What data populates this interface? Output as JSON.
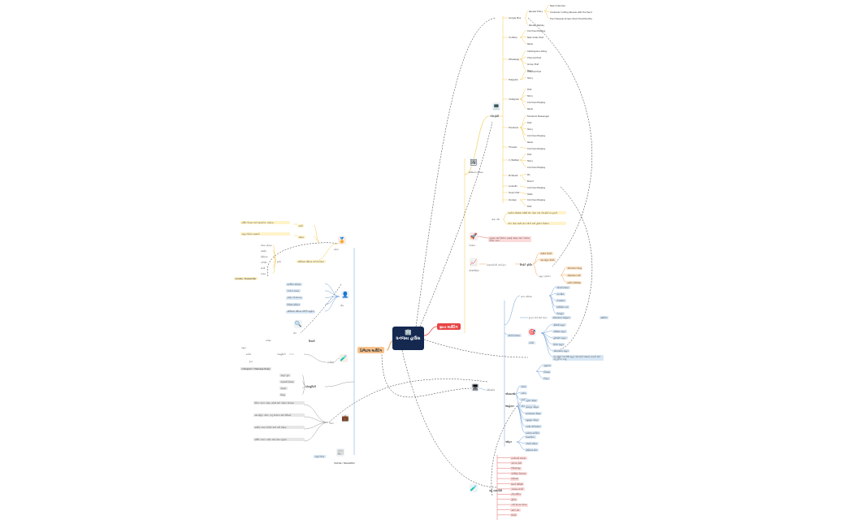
{
  "colors": {
    "root": "#142850",
    "right_hub": "#e84545",
    "left_hub": "#f6c28b",
    "yellow": "#fff3c9",
    "blue": "#d8e7f5",
    "red": "#fdd9d9",
    "gray": "#e6e6e6",
    "line_yellow": "#f3c74a",
    "line_blue": "#6f9fd4",
    "line_red": "#e26a6a",
    "line_gray": "#999999",
    "line_orange": "#f0a050"
  },
  "icons": {
    "root": "building-icon",
    "social": "photo-icon",
    "campaign": "rocket-icon",
    "analysis": "chart-icon",
    "monitor": "laptop-icon",
    "speaker": "speaker-icon",
    "community": "people-icon",
    "target": "target-icon",
    "award": "medal-icon",
    "lab": "flask-icon",
    "team": "person-icon",
    "research": "magnifier-icon",
    "tools": "briefcase-icon",
    "newsletter": "newspaper-icon",
    "book": "book-icon"
  },
  "root": {
    "title": "ધનંજય હાઉસ",
    "icon": "🏢"
  },
  "right_hub": {
    "label": "બ્રાન્ડ માર્કેટિંગ"
  },
  "left_hub": {
    "label": "ડિજિટલ માર્કેટિંગ"
  },
  "top": {
    "social_label": "સોશિયલ મીડિયા",
    "platforms_label": "પ્લેટફોર્મ",
    "google": {
      "label": "Google Plus",
      "sub": "Review Entry",
      "items": [
        "New Costumer",
        "Costumer Cutting Review with the Send",
        "Top 5 Review Screen Short Post Monthly"
      ],
      "extra": "Review Replay"
    },
    "youtube": {
      "label": "YouTube",
      "items": [
        "Comment Replay",
        "New Video Post",
        "Reels"
      ]
    },
    "whatsapp": {
      "label": "WhatsApp",
      "items": [
        "Catalogues Listing",
        "Channel Post",
        "Group Post",
        "Story"
      ]
    },
    "telegram": {
      "label": "Telegram",
      "items": [
        "Channel Post",
        "Story"
      ]
    },
    "instagram": {
      "label": "Instagram",
      "items": [
        "Post",
        "Story",
        "Comment Replay",
        "Reels"
      ]
    },
    "facebook": {
      "label": "Facebook",
      "items": [
        "Facebook Messenger",
        "Post",
        "Story",
        "Comment Replay",
        "Reels"
      ]
    },
    "threads": {
      "label": "Threads",
      "items": [
        "Comment Replay"
      ]
    },
    "x": {
      "label": "X (Twitter)",
      "items": [
        "Post",
        "Story",
        "Comment Replay"
      ]
    },
    "pinterest": {
      "label": "Pinterest",
      "items": [
        "Pin",
        "Board"
      ]
    },
    "linkedin": {
      "label": "LinkedIn",
      "items": [
        "Comment Replay"
      ]
    },
    "snapchat": {
      "label": "Snap Chat",
      "items": [
        "Stets"
      ]
    },
    "koo": {
      "label": "KooApp",
      "items": [
        "Comment Replay",
        "Post"
      ]
    },
    "post_note_label": "પોસ્ટ નોંધ",
    "post_notes": [
      "દરરોજ ઓછામાં ઓછી એક પોસ્ટ બધા પ્લેટફોર્મ પર મૂકવી",
      "દરેક પોસ્ટ સાથે બ્રાન્ડ લોગો અને હેશટેગ ઉમેરવા"
    ]
  },
  "campaign": {
    "label": "કેમ્પેઇન",
    "note": "તહેવાર અને સિઝન પ્રમાણે ઑફર અને કેમ્પેઇન તૈયાર કરવા"
  },
  "analysis": {
    "label": "એનાલિસિસ",
    "step": "વેચાણ રિપોર્ટ અને ટ્રેન્ડ",
    "group": "રિપોર્ટ ફોર્મેટ",
    "items": [
      "માસિક રિપોર્ટ",
      "સાપ્તાહિક રિપોર્ટ"
    ],
    "sub": "ગ્રાહક ફીડબેક",
    "subitems": [
      "ઓનલાઇન રિવ્યુ",
      "ઓફલાઇન સર્વે",
      "સ્પર્ધક વિશ્લેષણ"
    ]
  },
  "right_brand": {
    "group1": {
      "label": "બ્રાન્ડ ઓળખ",
      "items": [
        "લોગો ડિઝાઇન",
        "રંગ થીમ",
        "ટેગલાઇન",
        "વિઝિટિંગ કાર્ડ",
        "લેટરહેડ"
      ]
    },
    "line1": "દુકાન બોર્ડ અને બેનર",
    "line1b": "ઓફલાઇન જાહેરાત",
    "line1c": "સ્થાનિક",
    "target": {
      "label": "ટાર્ગેટ",
      "items": [
        "ફેમિલી ગ્રાહક",
        "ઓફિસ ગ્રાહક",
        "હોલસેલ ગ્રાહક",
        "રિટેલ ગ્રાહક",
        "ઓનલાઇન ગ્રાહક"
      ],
      "note": "દર મહિને નવા 50 ગ્રાહક જોડવાનો લક્ષ્યાંક રાખવો અને તેનું ટ્રેકિંગ કરવું"
    },
    "award_items": [
      "ગુણવત્તા",
      "વિશ્વાસ",
      "કિંમત"
    ],
    "monitor": {
      "label": "મોનિટરિંગ",
      "items": [
        "વેબસાઇટ",
        "ગૂગલ મેપ્સ",
        "લિસ્ટિંગ"
      ]
    },
    "seo": {
      "label": "એસઇઓ",
      "items": [
        "કીવર્ડ",
        "બ્લોગ",
        "બેકલિંક",
        "લોકલ એસઇઓ"
      ]
    },
    "ads": {
      "label": "જાહેરાત",
      "items": [
        "ગૂગલ એડ્સ",
        "ફેસબુક એડ્સ",
        "ઇન્સ્ટાગ્રામ એડ્સ",
        "યુટ્યુબ એડ્સ",
        "બજેટ મેનેજમેન્ટ",
        "ઇમેઇલ માર્કેટિંગ"
      ]
    },
    "offers": {
      "label": "ઓફર",
      "items": [
        "ડિસ્કાઉન્ટ",
        "કોમ્બો ઓફર",
        "ફેસ્ટિવલ સેલ"
      ]
    },
    "lab": {
      "label": "વધુ કામગીરી",
      "items": [
        "ઇન્વેન્ટરી અપડેટ",
        "પ્રોડક્ટ ફોટો",
        "વિડિયો શૂટ",
        "પેકેજિંગ ડિઝાઇન",
        "ડિલિવરી",
        "રિટર્ન પોલિસી",
        "કસ્ટમર સપોર્ટ",
        "ટીમ મીટિંગ",
        "ટ્રેનિંગ",
        "નવી પ્રોડક્ટ લોન્ચ",
        "સ્ટોક ચેક",
        "રિપોર્ટ"
      ]
    }
  },
  "left": {
    "group_a": {
      "label": "ઇવેન્ટ",
      "items": [
        "લાઇવ પ્રોગ્રામ",
        "પ્રદર્શન",
        "સેમિનાર",
        "વર્કશોપ",
        "સ્પર્ધા",
        "ઇનામ"
      ]
    },
    "group_a_top": [
      "વાર્ષિક ઉત્સવ અને સાંસ્કૃતિક કાર્યક્રમ",
      "ગ્રાહક મિલન સમારંભ"
    ],
    "group_a_top2": "ઓફર",
    "group_a_top2b": "સ્પર્ધા",
    "tools_label": "ટૂલ્સ",
    "tools_note": "સોશિયલ મીડિયા અને ડિઝાઇન",
    "team": {
      "label": "ટીમ",
      "items": [
        "માર્કેટિંગ મેનેજર",
        "કન્ટેન્ટ રાઇટર",
        "ગ્રાફિક ડિઝાઇનર",
        "વિડિયો એડિટર",
        "સોશિયલ મીડિયા એક્ઝિક્યુટિવ"
      ]
    },
    "lab": {
      "label": "લેબ"
    },
    "research": {
      "label": "રિસર્ચ",
      "items": [
        "બજાર",
        "ગ્રાહક",
        "સ્પર્ધક",
        "ટ્રેન્ડ",
        "Instagram / Message Reply"
      ],
      "sub": "સર્વેક્ષણ"
    },
    "community": {
      "label": "કોમ્યુનિટી",
      "items": [
        "ગ્રાહક ગ્રુપ",
        "વફાદારી પ્રોગ્રામ",
        "રેફરલ",
        "રિવ્યુ"
      ]
    },
    "plan": {
      "label": "પ્લાન",
      "items": [
        "દૈનિક પ્લાન: પોસ્ટ, સ્ટોરી અને કોમેન્ટ રિપ્લાય",
        "સાપ્તાહિક પ્લાન: નવું કેમ્પેઇન અને વિડિયો",
        "માસિક પ્લાન: રિપોર્ટ અને નવી ઓફર",
        "વાર્ષિક પ્લાન: બજેટ અને મોટા તહેવાર"
      ]
    },
    "news": {
      "label": "ન્યૂઝ લેટર",
      "items": [
        "Update / Newsletter"
      ]
    }
  }
}
